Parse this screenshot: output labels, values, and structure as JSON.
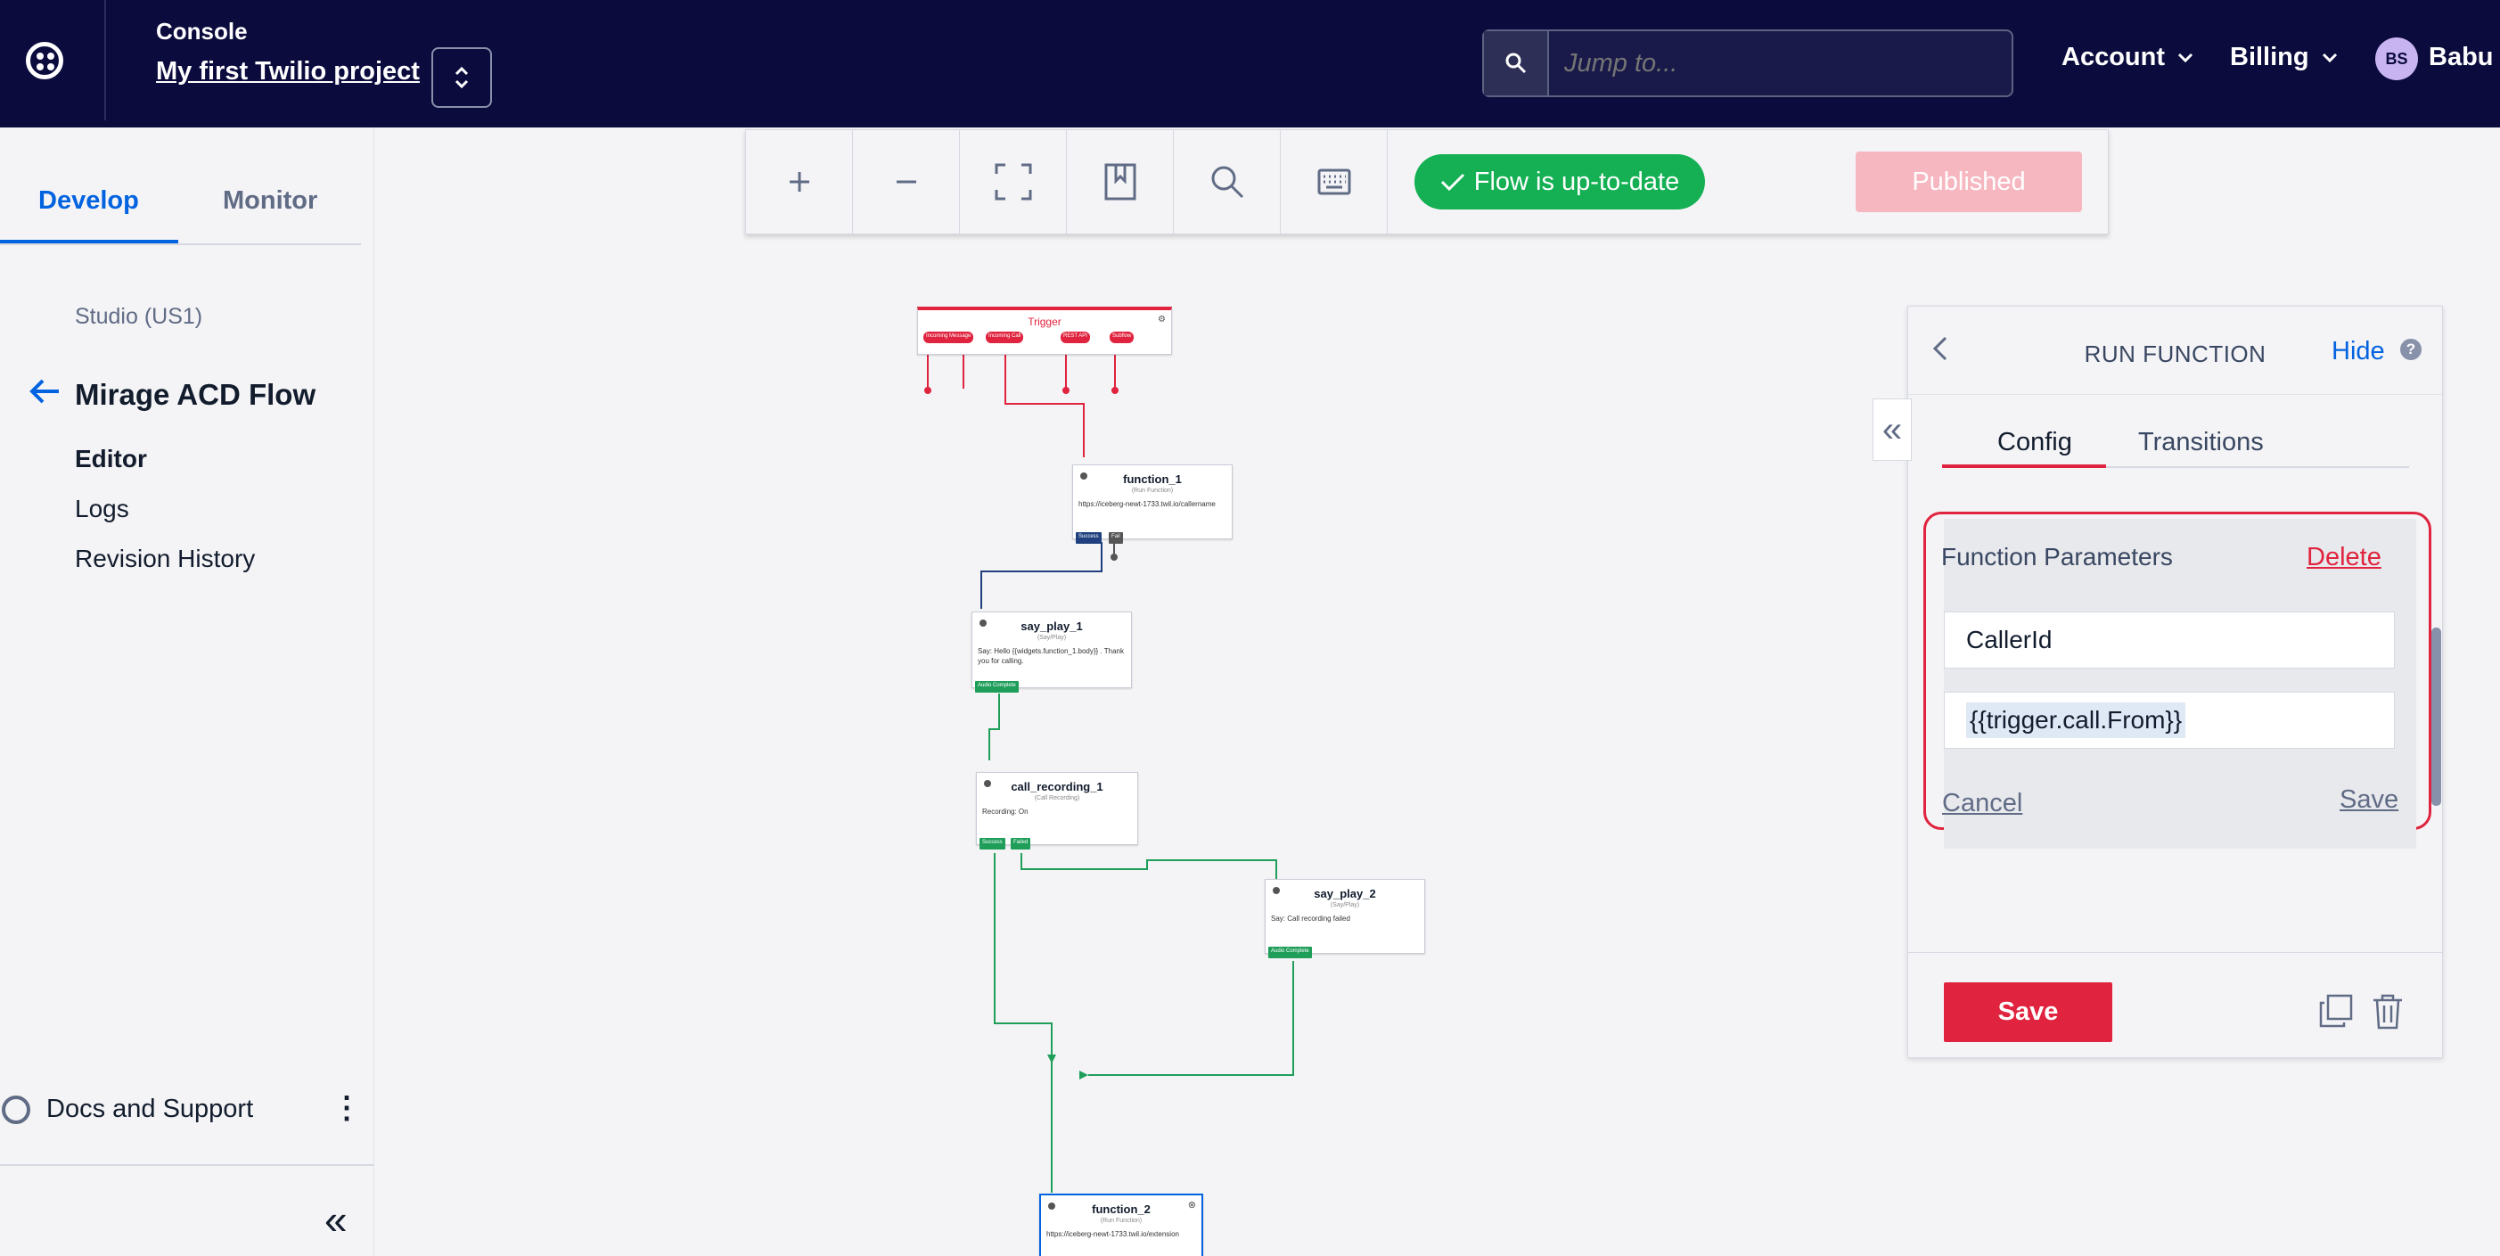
{
  "header": {
    "console_label": "Console",
    "project_title": "My first Twilio project",
    "search_placeholder": "Jump to...",
    "account_label": "Account",
    "billing_label": "Billing",
    "avatar_initials": "BS",
    "user_name": "Babu"
  },
  "sidebar": {
    "tabs": [
      {
        "label": "Develop"
      },
      {
        "label": "Monitor"
      }
    ],
    "region": "Studio (US1)",
    "flow_name": "Mirage ACD Flow",
    "links": [
      {
        "label": "Editor"
      },
      {
        "label": "Logs"
      },
      {
        "label": "Revision History"
      }
    ],
    "docs_label": "Docs and Support"
  },
  "toolbar": {
    "status": "Flow is up-to-date",
    "published_label": "Published",
    "status_color": "#14b053"
  },
  "canvas": {
    "trigger": {
      "title": "Trigger",
      "chips": [
        "Incoming Message",
        "Incoming Call",
        "REST API",
        "Subflow"
      ]
    },
    "widgets": [
      {
        "name": "function_1",
        "type": "(Run Function)",
        "body": "https://iceberg-newt-1733.twil.io/callername",
        "chips": [
          "Success",
          "Fail"
        ]
      },
      {
        "name": "say_play_1",
        "type": "(Say/Play)",
        "body": "Say: Hello {{widgets.function_1.body}} . Thank you for calling.",
        "chips": [
          "Audio Complete"
        ]
      },
      {
        "name": "call_recording_1",
        "type": "(Call Recording)",
        "body": "Recording: On",
        "chips": [
          "Success",
          "Failed"
        ]
      },
      {
        "name": "say_play_2",
        "type": "(Say/Play)",
        "body": "Say: Call recording failed",
        "chips": [
          "Audio Complete"
        ]
      },
      {
        "name": "function_2",
        "type": "(Run Function)",
        "body": "https://iceberg-newt-1733.twil.io/extension",
        "chips": []
      }
    ]
  },
  "panel": {
    "title": "RUN FUNCTION",
    "hide_label": "Hide",
    "help_glyph": "?",
    "tabs": [
      {
        "label": "Config"
      },
      {
        "label": "Transitions"
      }
    ],
    "params_title": "Function Parameters",
    "delete_label": "Delete",
    "param_key": "CallerId",
    "param_value": "{{trigger.call.From}}",
    "cancel_label": "Cancel",
    "save_link_label": "Save",
    "save_button_label": "Save",
    "accent_color": "#e0233e"
  }
}
